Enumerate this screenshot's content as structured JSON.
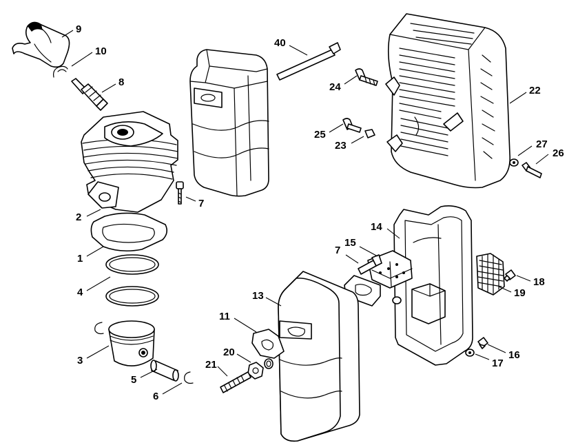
{
  "diagram": {
    "callouts": [
      "9",
      "10",
      "8",
      "40",
      "24",
      "22",
      "25",
      "23",
      "27",
      "26",
      "7",
      "2",
      "1",
      "4",
      "3",
      "5",
      "6",
      "14",
      "15",
      "7",
      "18",
      "19",
      "13",
      "11",
      "20",
      "21",
      "17",
      "16"
    ]
  },
  "colors": {
    "line": "#000000",
    "background": "#ffffff",
    "shading": "#dcdcdc"
  }
}
